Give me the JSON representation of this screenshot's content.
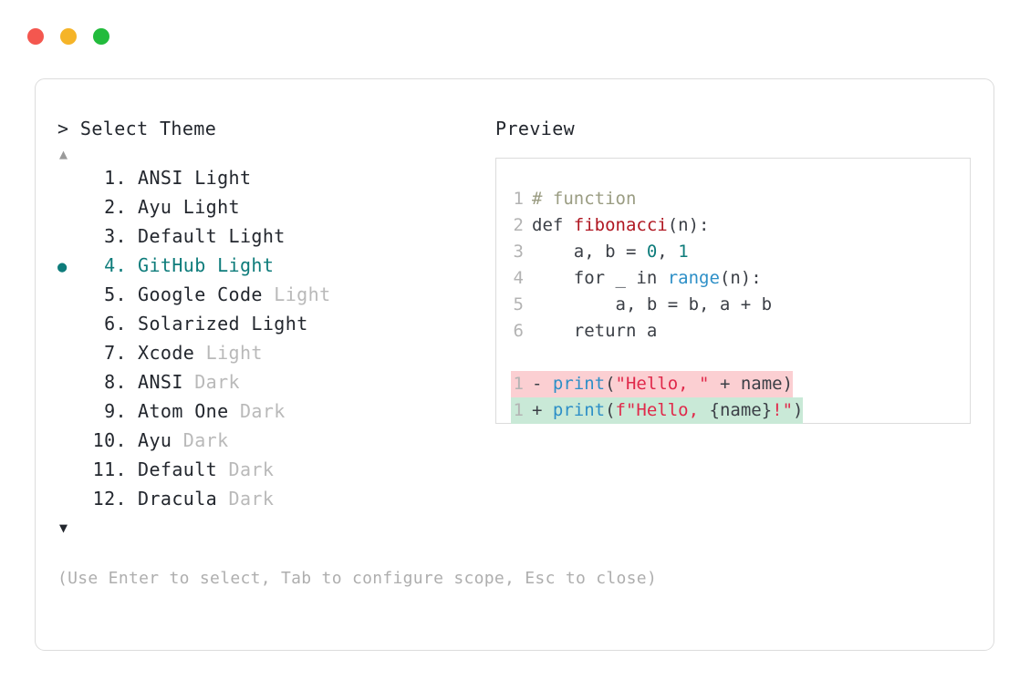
{
  "window": {
    "traffic_lights": [
      {
        "name": "close-dot",
        "color": "#f4574f"
      },
      {
        "name": "minimize-dot",
        "color": "#f5b428"
      },
      {
        "name": "maximize-dot",
        "color": "#22bb3c"
      }
    ]
  },
  "selector": {
    "prompt": "> Select Theme",
    "scroll_up": "▲",
    "scroll_down": "▼",
    "bullet": "●",
    "selected_index": 4,
    "accent_color": "#0e7c7b",
    "items": [
      {
        "index": "1.",
        "name": "ANSI",
        "variant": "Light",
        "variant_muted": false,
        "selected": false
      },
      {
        "index": "2.",
        "name": "Ayu",
        "variant": "Light",
        "variant_muted": false,
        "selected": false
      },
      {
        "index": "3.",
        "name": "Default",
        "variant": "Light",
        "variant_muted": false,
        "selected": false
      },
      {
        "index": "4.",
        "name": "GitHub",
        "variant": "Light",
        "variant_muted": false,
        "selected": true
      },
      {
        "index": "5.",
        "name": "Google Code",
        "variant": "Light",
        "variant_muted": true,
        "selected": false
      },
      {
        "index": "6.",
        "name": "Solarized",
        "variant": "Light",
        "variant_muted": false,
        "selected": false
      },
      {
        "index": "7.",
        "name": "Xcode",
        "variant": "Light",
        "variant_muted": true,
        "selected": false
      },
      {
        "index": "8.",
        "name": "ANSI",
        "variant": "Dark",
        "variant_muted": true,
        "selected": false
      },
      {
        "index": "9.",
        "name": "Atom One",
        "variant": "Dark",
        "variant_muted": true,
        "selected": false
      },
      {
        "index": "10.",
        "name": "Ayu",
        "variant": "Dark",
        "variant_muted": true,
        "selected": false
      },
      {
        "index": "11.",
        "name": "Default",
        "variant": "Dark",
        "variant_muted": true,
        "selected": false
      },
      {
        "index": "12.",
        "name": "Dracula",
        "variant": "Dark",
        "variant_muted": true,
        "selected": false
      }
    ],
    "hint": "(Use Enter to select, Tab to configure scope, Esc to close)"
  },
  "preview": {
    "label": "Preview",
    "code_lines": [
      {
        "line_no": "1",
        "tokens": [
          {
            "t": "# function",
            "c": "c-comment"
          }
        ]
      },
      {
        "line_no": "2",
        "tokens": [
          {
            "t": "def ",
            "c": "c-kw"
          },
          {
            "t": "fibonacci",
            "c": "c-fn"
          },
          {
            "t": "(n):",
            "c": "c-plain"
          }
        ]
      },
      {
        "line_no": "3",
        "tokens": [
          {
            "t": "    a, b = ",
            "c": "c-plain"
          },
          {
            "t": "0",
            "c": "c-num"
          },
          {
            "t": ", ",
            "c": "c-plain"
          },
          {
            "t": "1",
            "c": "c-num"
          }
        ]
      },
      {
        "line_no": "4",
        "tokens": [
          {
            "t": "    for _ in ",
            "c": "c-plain"
          },
          {
            "t": "range",
            "c": "c-builtin"
          },
          {
            "t": "(n):",
            "c": "c-plain"
          }
        ]
      },
      {
        "line_no": "5",
        "tokens": [
          {
            "t": "        a, b = b, a + b",
            "c": "c-plain"
          }
        ]
      },
      {
        "line_no": "6",
        "tokens": [
          {
            "t": "    return a",
            "c": "c-plain"
          }
        ]
      }
    ],
    "diff_lines": [
      {
        "line_no": "1",
        "kind": "del",
        "bg": "#fbcfd2",
        "tokens": [
          {
            "t": "- ",
            "c": "c-marker"
          },
          {
            "t": "print",
            "c": "c-builtin"
          },
          {
            "t": "(",
            "c": "c-plain"
          },
          {
            "t": "\"Hello, \"",
            "c": "c-str"
          },
          {
            "t": " + name)",
            "c": "c-plain"
          }
        ]
      },
      {
        "line_no": "1",
        "kind": "add",
        "bg": "#c9e9d7",
        "tokens": [
          {
            "t": "+ ",
            "c": "c-marker"
          },
          {
            "t": "print",
            "c": "c-builtin"
          },
          {
            "t": "(",
            "c": "c-plain"
          },
          {
            "t": "f\"Hello, ",
            "c": "c-str"
          },
          {
            "t": "{name}",
            "c": "c-plain"
          },
          {
            "t": "!\"",
            "c": "c-str"
          },
          {
            "t": ")",
            "c": "c-plain"
          }
        ]
      }
    ]
  }
}
